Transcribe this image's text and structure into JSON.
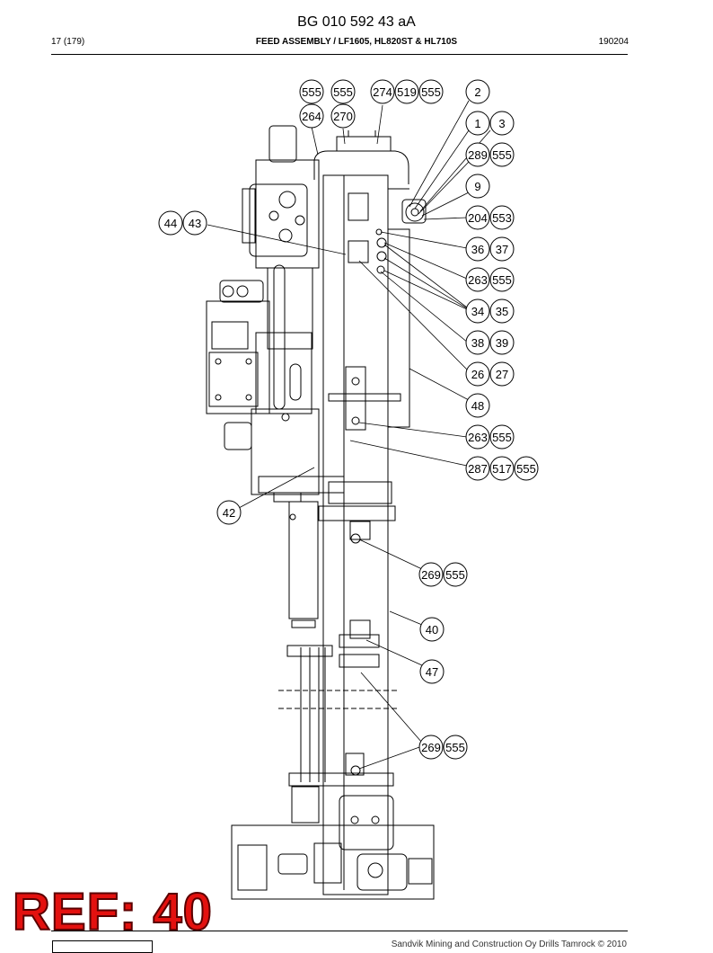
{
  "header": {
    "doc_number": "BG 010 592 43 aA",
    "page": "17 (179)",
    "title": "FEED ASSEMBLY / LF1605, HL820ST & HL710S",
    "date_code": "190204"
  },
  "balloons": [
    {
      "id": "b1",
      "label": "555"
    },
    {
      "id": "b2",
      "label": "555"
    },
    {
      "id": "b3",
      "label": "274"
    },
    {
      "id": "b4",
      "label": "519"
    },
    {
      "id": "b5",
      "label": "555"
    },
    {
      "id": "b6",
      "label": "2"
    },
    {
      "id": "b7",
      "label": "264"
    },
    {
      "id": "b8",
      "label": "270"
    },
    {
      "id": "b9",
      "label": "1"
    },
    {
      "id": "b10",
      "label": "3"
    },
    {
      "id": "b11",
      "label": "289"
    },
    {
      "id": "b12",
      "label": "555"
    },
    {
      "id": "b13",
      "label": "9"
    },
    {
      "id": "b14",
      "label": "204"
    },
    {
      "id": "b15",
      "label": "553"
    },
    {
      "id": "b16",
      "label": "44"
    },
    {
      "id": "b17",
      "label": "43"
    },
    {
      "id": "b18",
      "label": "36"
    },
    {
      "id": "b19",
      "label": "37"
    },
    {
      "id": "b20",
      "label": "263"
    },
    {
      "id": "b21",
      "label": "555"
    },
    {
      "id": "b22",
      "label": "34"
    },
    {
      "id": "b23",
      "label": "35"
    },
    {
      "id": "b24",
      "label": "38"
    },
    {
      "id": "b25",
      "label": "39"
    },
    {
      "id": "b26",
      "label": "26"
    },
    {
      "id": "b27",
      "label": "27"
    },
    {
      "id": "b28",
      "label": "48"
    },
    {
      "id": "b29",
      "label": "263"
    },
    {
      "id": "b30",
      "label": "555"
    },
    {
      "id": "b31",
      "label": "287"
    },
    {
      "id": "b32",
      "label": "517"
    },
    {
      "id": "b33",
      "label": "555"
    },
    {
      "id": "b34",
      "label": "42"
    },
    {
      "id": "b35",
      "label": "269"
    },
    {
      "id": "b36",
      "label": "555"
    },
    {
      "id": "b37",
      "label": "40"
    },
    {
      "id": "b38",
      "label": "47"
    },
    {
      "id": "b39",
      "label": "269"
    },
    {
      "id": "b40",
      "label": "555"
    }
  ],
  "ref_label": "REF: 40",
  "footer": {
    "copyright": "Sandvik Mining and Construction Oy Drills Tamrock © 2010"
  },
  "colors": {
    "ref_red": "#e3110f",
    "line": "#000000"
  }
}
